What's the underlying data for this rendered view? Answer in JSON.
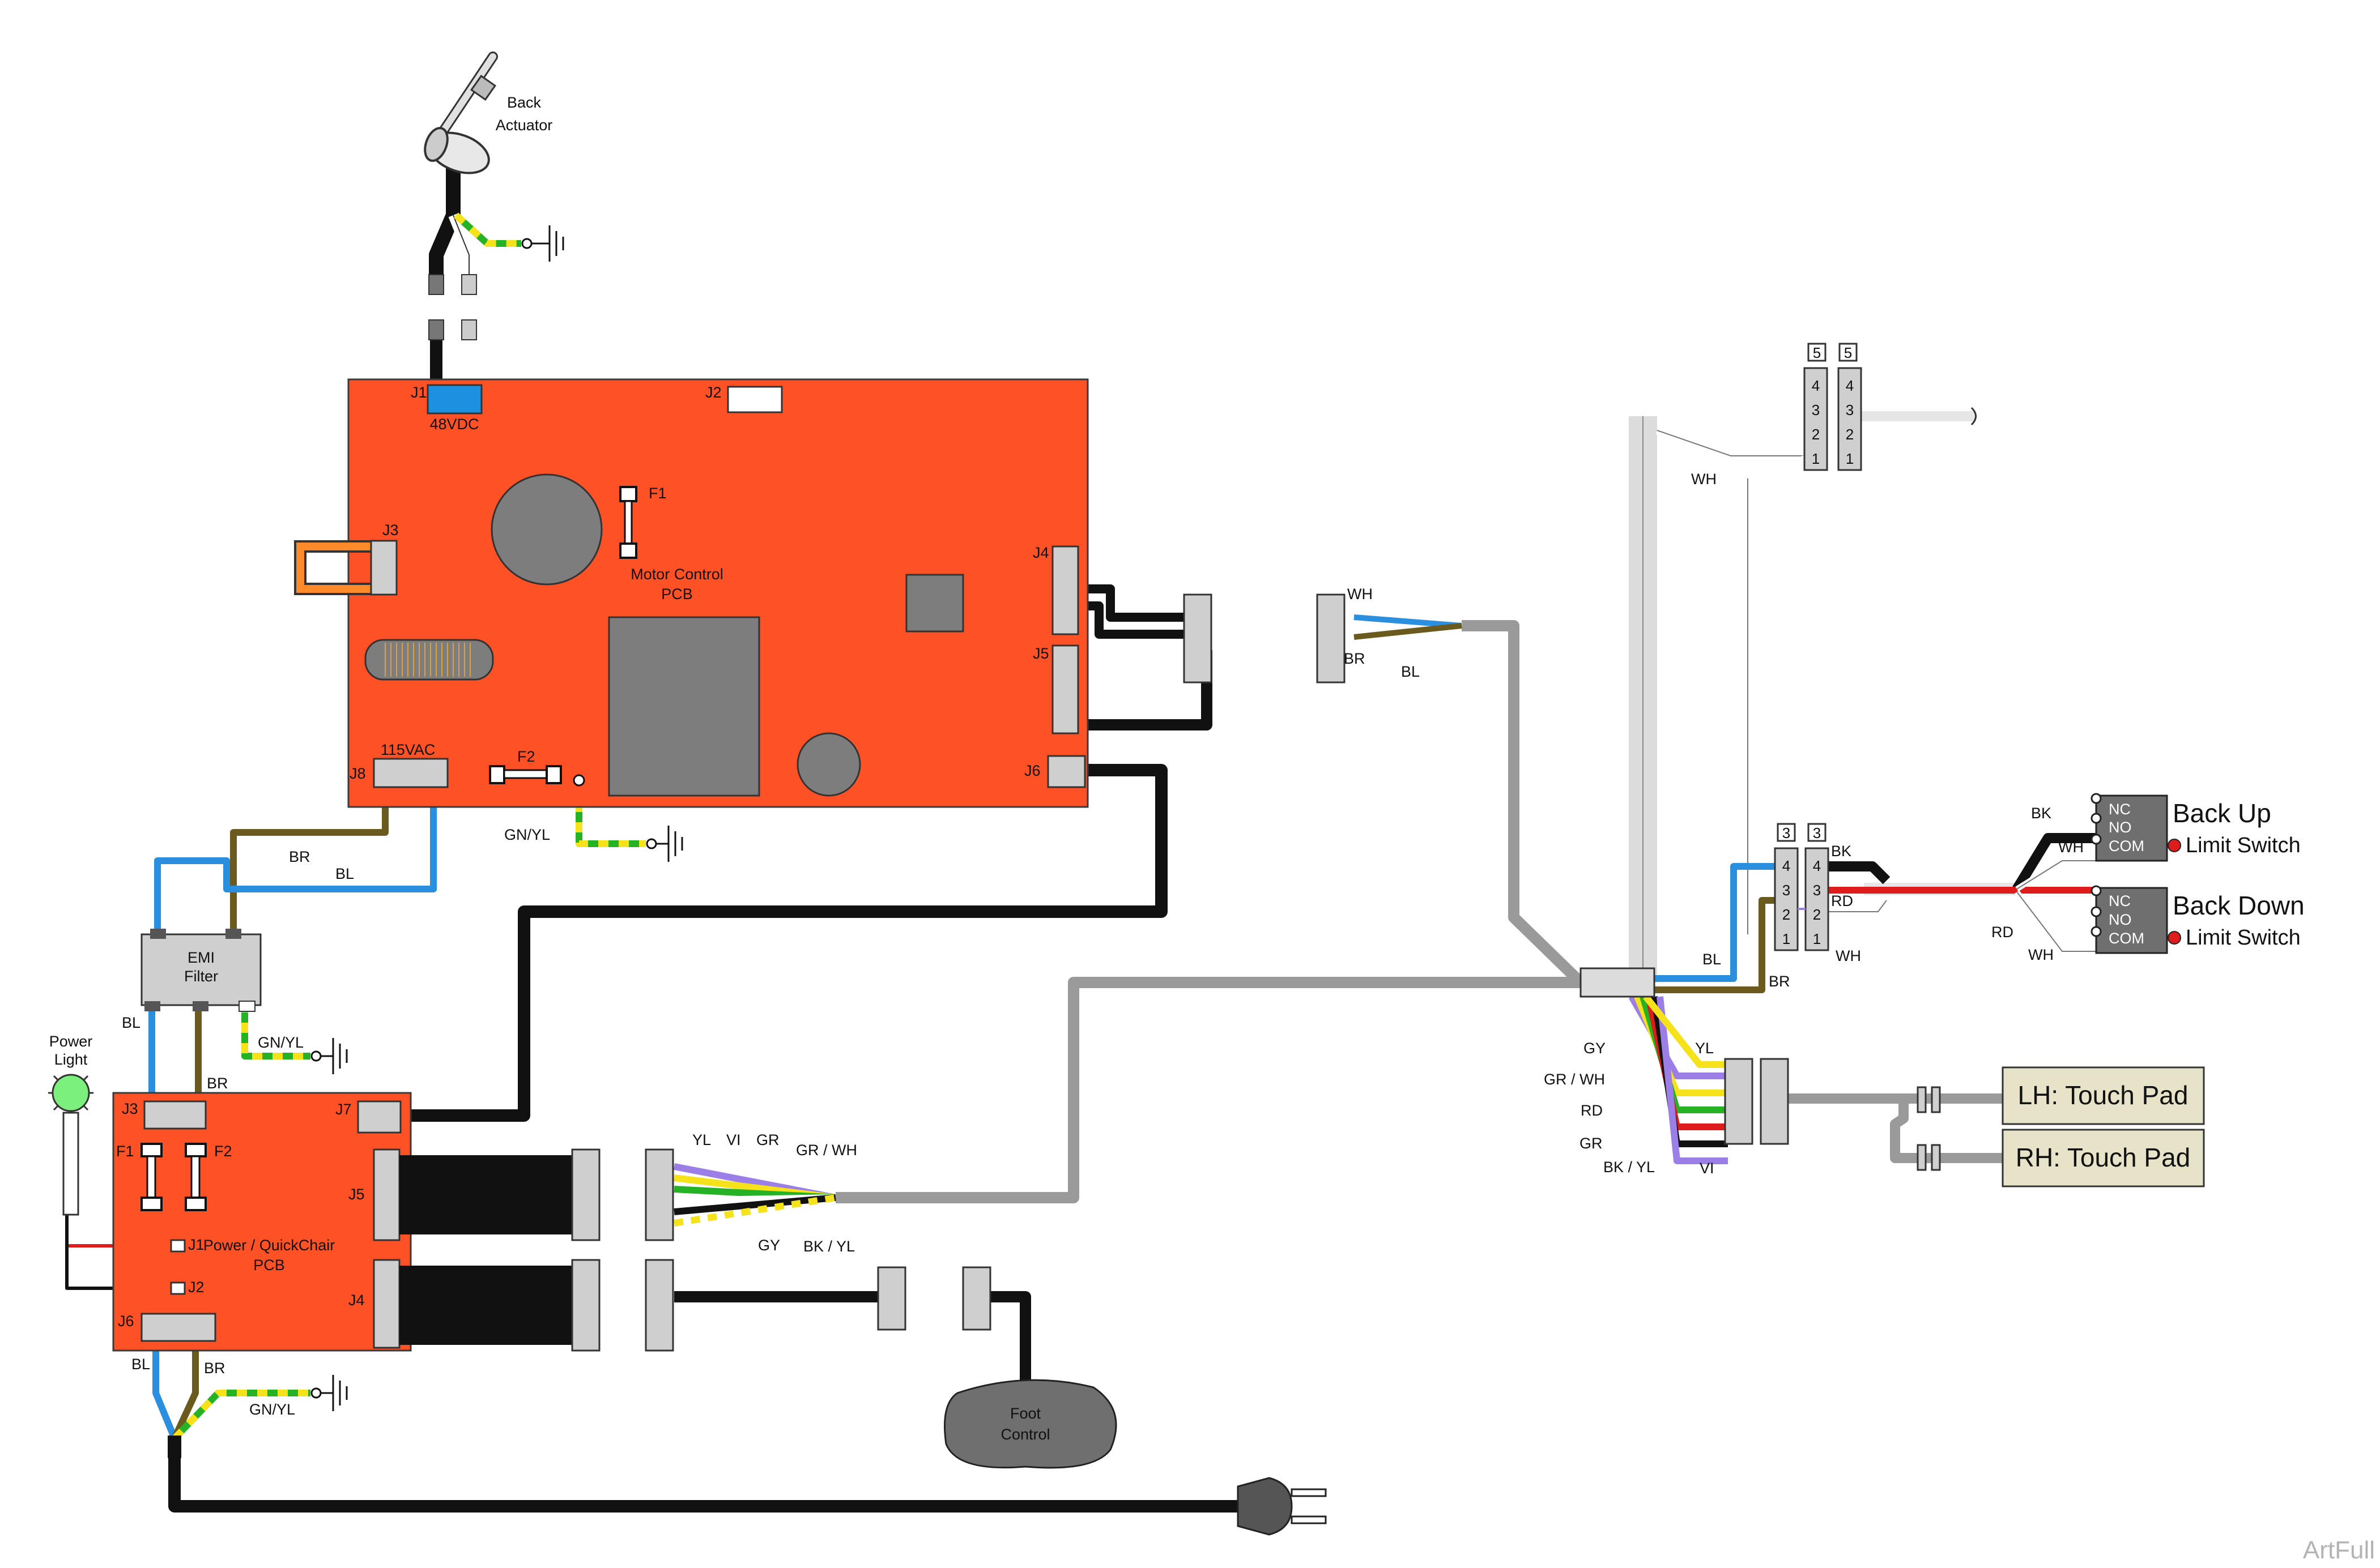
{
  "colors": {
    "pcb": "#ff5126",
    "pcb_stroke": "#3a3a3a",
    "component": "#7d7d7d",
    "connector": "#cfcfcf",
    "cable_black": "#111111",
    "cable_gray": "#9a9a9a",
    "wire_blue": "#2b8fe0",
    "wire_brown": "#6b5a1e",
    "wire_green": "#25b325",
    "wire_yellow": "#f5e21a",
    "wire_red": "#e01b1b",
    "wire_violet": "#9b7fe6",
    "power_light": "#7cf07c",
    "touch_pad": "#e6e3c8",
    "switch_body": "#6f6f6f",
    "orange_connector": "#ff8a2a",
    "blue_connector": "#1e90e0"
  },
  "labels": {
    "back_actuator": [
      "Back",
      "Actuator"
    ],
    "j1": "J1",
    "vdc48": "48VDC",
    "j2": "J2",
    "f1": "F1",
    "j3": "J3",
    "motor_pcb": [
      "Motor Control",
      "PCB"
    ],
    "j4": "J4",
    "j5": "J5",
    "j6": "J6",
    "vac115": "115VAC",
    "j8": "J8",
    "f2": "F2",
    "gnyl": "GN/YL",
    "br": "BR",
    "bl": "BL",
    "wh": "WH",
    "emi": [
      "EMI",
      "Filter"
    ],
    "power_light": [
      "Power",
      "Light"
    ],
    "p_j3": "J3",
    "p_j7": "J7",
    "p_f1": "F1",
    "p_f2": "F2",
    "p_j5": "J5",
    "p_j1": "J1",
    "p_j2": "J2",
    "p_j4": "J4",
    "p_j6": "J6",
    "power_pcb": [
      "Power / QuickChair",
      "PCB"
    ],
    "yl": "YL",
    "vi": "VI",
    "gr": "GR",
    "grwh": "GR / WH",
    "gy": "GY",
    "bkyl": "BK / YL",
    "rd": "RD",
    "bk": "BK",
    "foot": [
      "Foot",
      "Control"
    ],
    "pin5": "5",
    "pin3": "3",
    "pins": [
      "4",
      "3",
      "2",
      "1"
    ],
    "sw_nc": "NC",
    "sw_no": "NO",
    "sw_com": "COM",
    "back_up": "Back Up",
    "back_down": "Back Down",
    "limit_switch": "Limit Switch",
    "lh_pad": "LH: Touch Pad",
    "rh_pad": "RH: Touch Pad",
    "watermark": "ArtFull"
  }
}
